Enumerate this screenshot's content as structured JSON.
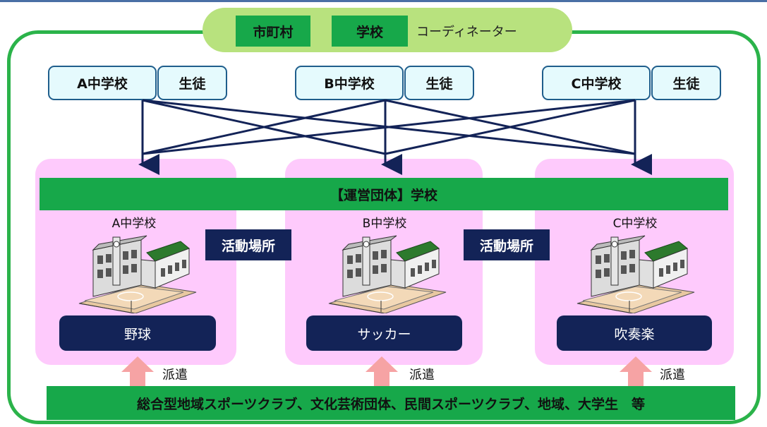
{
  "header": {
    "municipality": "市町村",
    "school": "学校",
    "coordinator": "コーディネーター"
  },
  "schools": [
    {
      "name": "A中学校",
      "students": "生徒"
    },
    {
      "name": "B中学校",
      "students": "生徒"
    },
    {
      "name": "C中学校",
      "students": "生徒"
    }
  ],
  "operating_body": "【運営団体】学校",
  "venues": [
    {
      "school": "A中学校",
      "activity": "野球"
    },
    {
      "school": "B中学校",
      "activity": "サッカー"
    },
    {
      "school": "C中学校",
      "activity": "吹奏楽"
    }
  ],
  "place_label": "活動場所",
  "dispatch_label": "派遣",
  "providers": "総合型地域スポーツクラブ、文化芸術団体、民間スポーツクラブ、地域、大学生　等",
  "colors": {
    "frame_green": "#2bb34a",
    "pill_green": "#b8e27e",
    "box_green": "#17a84a",
    "navy": "#132357",
    "pink_panel": "#fecafc",
    "arrow_pink": "#f6a3a4",
    "school_box": "#e5fafd"
  }
}
